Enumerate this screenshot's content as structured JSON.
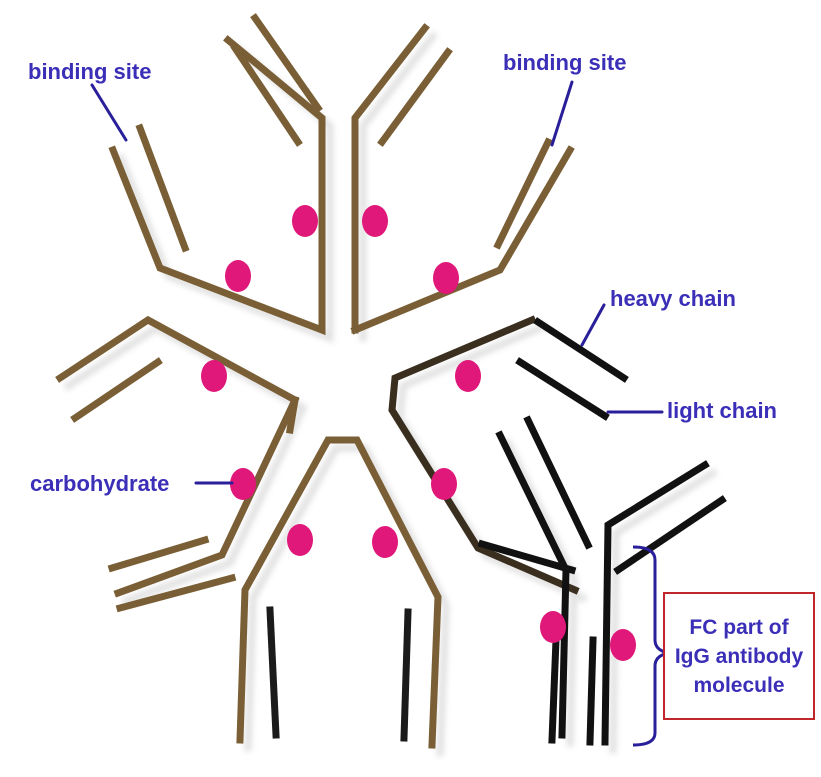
{
  "labels": {
    "binding_site_left": "binding site",
    "binding_site_right": "binding site",
    "heavy_chain": "heavy chain",
    "light_chain": "light chain",
    "carbohydrate": "carbohydrate"
  },
  "fc_box": {
    "line1": "FC part of",
    "line2": "IgG antibody",
    "line3": "molecule"
  },
  "colors": {
    "brown_antibody": "#7a5f36",
    "black_antibody": "#111111",
    "carbohydrate_dot": "#e0187a",
    "label_text": "#3b2fb8",
    "box_border": "#c0262a"
  }
}
